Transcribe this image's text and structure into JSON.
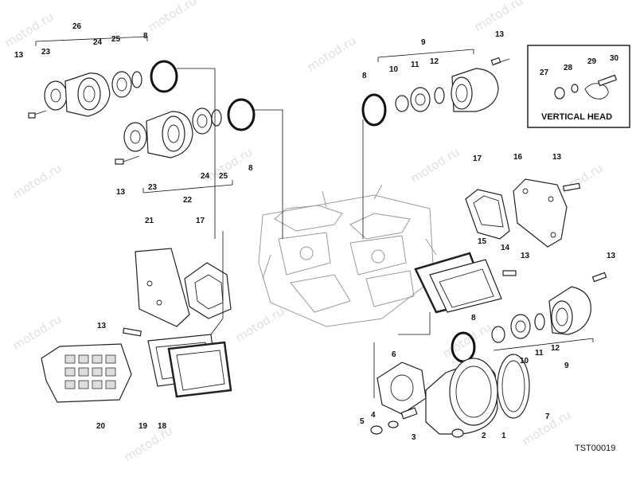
{
  "watermark": "motod.ru",
  "inset_title": "VERTICAL HEAD",
  "drawing_code": "TST00019",
  "callouts": {
    "c26": "26",
    "c13a": "13",
    "c23a": "23",
    "c24a": "24",
    "c25a": "25",
    "c8a": "8",
    "c8b": "8",
    "c24b": "24",
    "c25b": "25",
    "c13b": "13",
    "c23b": "23",
    "c22": "22",
    "c9a": "9",
    "c13c": "13",
    "c8c": "8",
    "c10a": "10",
    "c11a": "11",
    "c12a": "12",
    "c27": "27",
    "c28": "28",
    "c29": "29",
    "c30": "30",
    "c17a": "17",
    "c16": "16",
    "c13d": "13",
    "c21": "21",
    "c17b": "17",
    "c15": "15",
    "c14": "14",
    "c13e": "13",
    "c13f": "13",
    "c13g": "13",
    "c8d": "8",
    "c10b": "10",
    "c11b": "11",
    "c12b": "12",
    "c9b": "9",
    "c20": "20",
    "c19": "19",
    "c18": "18",
    "c6": "6",
    "c4": "4",
    "c5": "5",
    "c3": "3",
    "c2": "2",
    "c1": "1",
    "c7": "7"
  }
}
